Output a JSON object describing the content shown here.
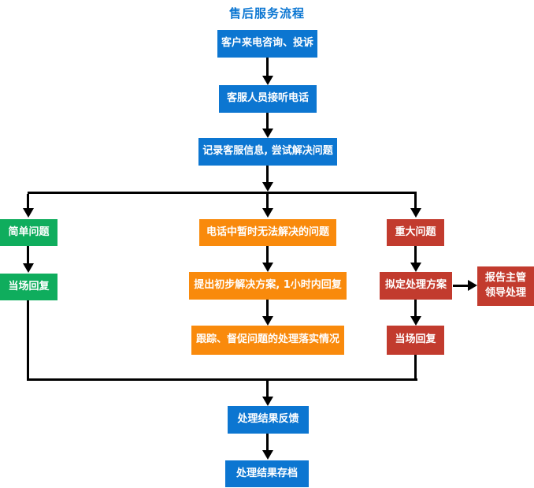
{
  "title": {
    "text": "售后服务流程",
    "color": "#0B76D2"
  },
  "palette": {
    "blue": "#0C76D1",
    "green": "#0FAD5D",
    "orange": "#F98A0C",
    "dark_red": "#C23B2E",
    "line": "#000000"
  },
  "nodes": {
    "b1": {
      "label": "客户来电咨询、投诉",
      "color": "blue"
    },
    "b2": {
      "label": "客服人员接听电话",
      "color": "blue"
    },
    "b3": {
      "label": "记录客服信息, 尝试解决问题",
      "color": "blue"
    },
    "g1": {
      "label": "简单问题",
      "color": "green"
    },
    "o1": {
      "label": "电话中暂时无法解决的问题",
      "color": "orange"
    },
    "r1": {
      "label": "重大问题",
      "color": "dark_red"
    },
    "g2": {
      "label": "当场回复",
      "color": "green"
    },
    "o2": {
      "label": "提出初步解决方案, 1小时内回复",
      "color": "orange"
    },
    "r2": {
      "label": "拟定处理方案",
      "color": "dark_red"
    },
    "r4": {
      "label": "报告主管领导处理",
      "color": "dark_red"
    },
    "o3": {
      "label": "跟踪、督促问题的处理落实情况",
      "color": "orange"
    },
    "r3": {
      "label": "当场回复",
      "color": "dark_red"
    },
    "b4": {
      "label": "处理结果反馈",
      "color": "blue"
    },
    "b5": {
      "label": "处理结果存档",
      "color": "blue"
    }
  }
}
